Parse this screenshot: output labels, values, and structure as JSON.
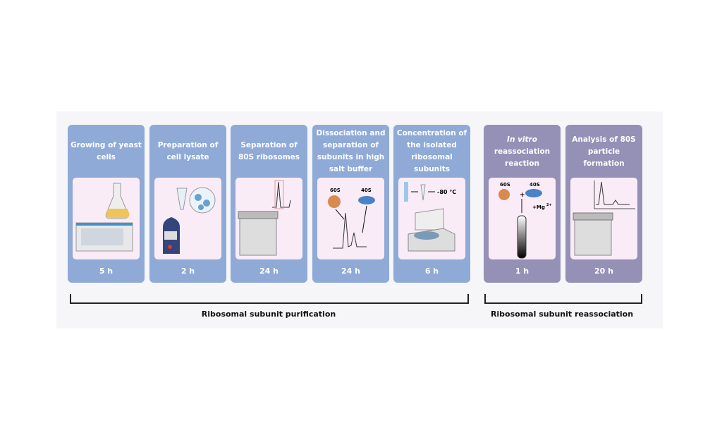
{
  "steps": [
    {
      "title": "Growing of yeast cells",
      "time": "5 h"
    },
    {
      "title": "Preparation of cell lysate",
      "time": "2 h"
    },
    {
      "title": "Separation of 80S ribosomes",
      "time": "24 h"
    },
    {
      "title": "Dissociation and separation of subunits in high salt buffer",
      "time": "24 h",
      "labels": [
        "60S",
        "40S"
      ]
    },
    {
      "title": "Concentration of the isolated ribosomal subunits",
      "time": "6 h",
      "labels": [
        "-80 °C"
      ]
    },
    {
      "title_italic": "In vitro",
      "title": "reassociation reaction",
      "time": "1 h",
      "labels": [
        "60S",
        "40S",
        "+",
        "+Mg",
        "2+"
      ]
    },
    {
      "title": "Analysis of 80S particle formation",
      "time": "20 h"
    }
  ],
  "groups": [
    {
      "label": "Ribosomal subunit purification"
    },
    {
      "label": "Ribosomal subunit reassociation"
    }
  ],
  "colors": {
    "purification": "#8faad6",
    "reassociation": "#9490b6",
    "panel": "#f9ecf7"
  }
}
